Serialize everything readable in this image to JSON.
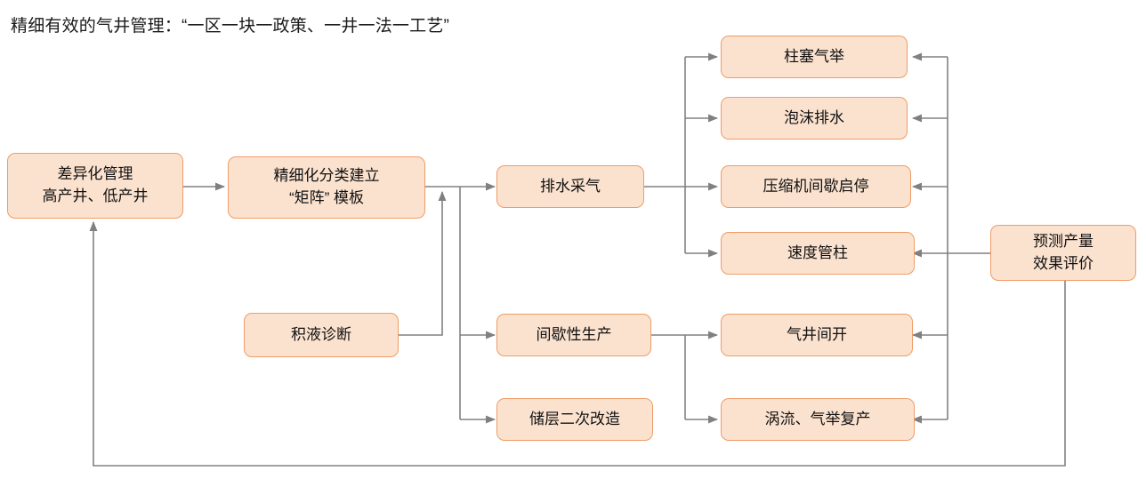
{
  "page": {
    "title": "精细有效的气井管理：“一区一块一政策、一井一法一工艺”",
    "background_color": "#ffffff",
    "node_fill_color": "#fbe2cf",
    "node_border_color": "#ef9c67",
    "connector_color": "#808080",
    "text_color": "#111111"
  },
  "nodes": {
    "differentiated_management": {
      "line1": "差异化管理",
      "line2": "高产井、低产井"
    },
    "matrix_template": {
      "line1": "精细化分类建立",
      "line2": "“矩阵” 模板"
    },
    "liquid_loading_diagnosis": {
      "line1": "积液诊断",
      "line2": ""
    },
    "dewatering_gas_production": {
      "line1": "排水采气",
      "line2": ""
    },
    "intermittent_production": {
      "line1": "间歇性生产",
      "line2": ""
    },
    "reservoir_restimulation": {
      "line1": "储层二次改造",
      "line2": ""
    },
    "plunger_lift": {
      "line1": "柱塞气举",
      "line2": ""
    },
    "foam_dewatering": {
      "line1": "泡沫排水",
      "line2": ""
    },
    "compressor_intermittent": {
      "line1": "压缩机间歇启停",
      "line2": ""
    },
    "velocity_string": {
      "line1": "速度管柱",
      "line2": ""
    },
    "gas_well_intermittent_opening": {
      "line1": "气井间开",
      "line2": ""
    },
    "vortex_gaslift_restoration": {
      "line1": "涡流、气举复产",
      "line2": ""
    },
    "production_forecast_evaluation": {
      "line1": "预测产量",
      "line2": "效果评价"
    }
  }
}
